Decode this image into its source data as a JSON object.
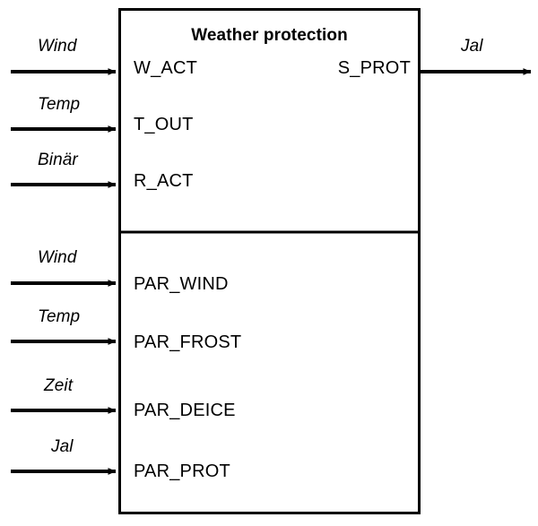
{
  "diagram": {
    "title": "Weather protection",
    "blocks": [
      {
        "name": "signal-section",
        "inputs": [
          {
            "signal": "Wind",
            "port": "W_ACT"
          },
          {
            "signal": "Temp",
            "port": "T_OUT"
          },
          {
            "signal": "Binär",
            "port": "R_ACT"
          }
        ],
        "outputs": [
          {
            "signal": "Jal",
            "port": "S_PROT"
          }
        ]
      },
      {
        "name": "parameter-section",
        "inputs": [
          {
            "signal": "Wind",
            "port": "PAR_WIND"
          },
          {
            "signal": "Temp",
            "port": "PAR_FROST"
          },
          {
            "signal": "Zeit",
            "port": "PAR_DEICE"
          },
          {
            "signal": "Jal",
            "port": "PAR_PROT"
          }
        ],
        "outputs": []
      }
    ],
    "colors": {
      "stroke": "#000000",
      "background": "#ffffff",
      "text": "#000000"
    }
  }
}
